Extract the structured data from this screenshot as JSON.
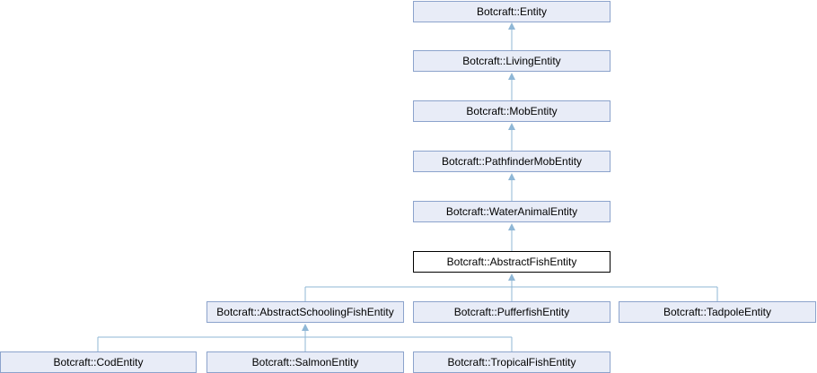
{
  "diagram": {
    "nodes": {
      "entity": "Botcraft::Entity",
      "living": "Botcraft::LivingEntity",
      "mob": "Botcraft::MobEntity",
      "pathfinder": "Botcraft::PathfinderMobEntity",
      "water": "Botcraft::WaterAnimalEntity",
      "abstract_fish": "Botcraft::AbstractFishEntity",
      "schooling": "Botcraft::AbstractSchoolingFishEntity",
      "pufferfish": "Botcraft::PufferfishEntity",
      "tadpole": "Botcraft::TadpoleEntity",
      "cod": "Botcraft::CodEntity",
      "salmon": "Botcraft::SalmonEntity",
      "tropical": "Botcraft::TropicalFishEntity"
    },
    "current": "abstract_fish"
  },
  "colors": {
    "node_fill": "#e8ecf7",
    "node_border": "#8ca3cc",
    "current_border": "#000000",
    "edge": "#8fb7d6"
  }
}
